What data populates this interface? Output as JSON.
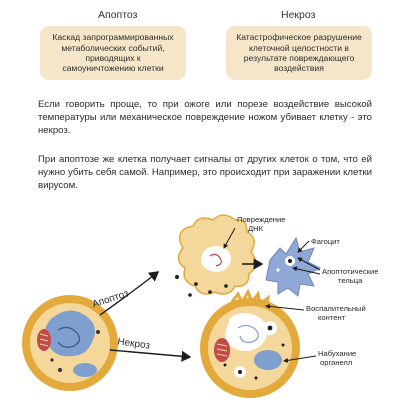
{
  "header": {
    "apoptosis_title": "Апоптоз",
    "necrosis_title": "Некроз"
  },
  "boxes": {
    "apoptosis_text": "Каскад запрограммированных метаболических событий, приводящих к самоуничтожению клетки",
    "necrosis_text": "Катастрофическое разрушение клеточной целостности в результате повреждающего воздействия"
  },
  "paragraphs": {
    "p1": "Если говорить проще, то при ожоге или порезе воздействие высокой температуры или механическое повреждение ножом убивает клетку - это некроз.",
    "p2": "При апоптозе же клетка получает сигналы от других клеток о том, что ей нужно убить себя самой. Например, это происходит при заражении клетки вирусом."
  },
  "diagram": {
    "arrow_apoptosis": "Апоптоз",
    "arrow_necrosis": "Некроз",
    "label_dna_line1": "Повреждение",
    "label_dna_line2": "ДНК",
    "label_phagocyte": "Фагоцит",
    "label_bodies_line1": "Апоптотические",
    "label_bodies_line2": "тельца",
    "label_inflam_line1": "Воспалительный",
    "label_inflam_line2": "контент",
    "label_swelling_line1": "Набухание",
    "label_swelling_line2": "органелл"
  },
  "colors": {
    "box_bg": "#f6e6c9",
    "cell_outer": "#e3a93a",
    "cell_inner": "#f3d79b",
    "nucleus": "#7f9fcf",
    "phagocyte": "#8fa8d6",
    "mitochondria": "#c24a4a"
  }
}
